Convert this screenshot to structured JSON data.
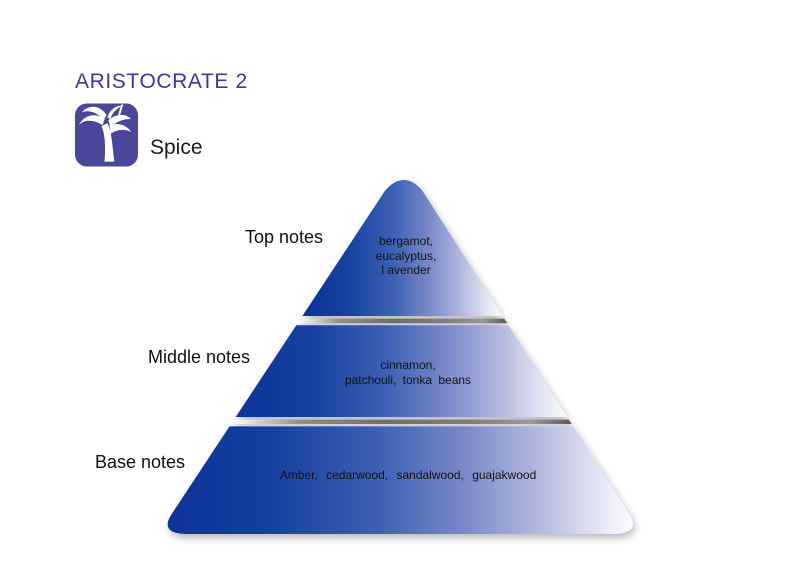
{
  "header": {
    "title": "ARISTOCRATE 2",
    "variant": "Spice"
  },
  "icon": {
    "name": "palm-tree",
    "bg_color": "#4a4699",
    "glyph_color": "#ffffff"
  },
  "pyramid": {
    "levels": [
      {
        "label": "Top notes",
        "lines": [
          "bergamot,",
          "eucalyptus,",
          "l avender"
        ]
      },
      {
        "label": "Middle notes",
        "lines": [
          "cinnamon,",
          "patchouli, tonka beans"
        ]
      },
      {
        "label": "Base notes",
        "lines": [
          "Amber, cedarwood, sandalwood, guajakwood"
        ]
      }
    ]
  },
  "colors": {
    "title_text": "#39389b",
    "note_text": "#121212",
    "pyramid_gradient_start": "#0d339a",
    "pyramid_gradient_mid": "#3b60b3",
    "pyramid_gradient_end": "#fbfbfe",
    "separator_silver": "#6f6f6f",
    "background": "#ffffff"
  }
}
